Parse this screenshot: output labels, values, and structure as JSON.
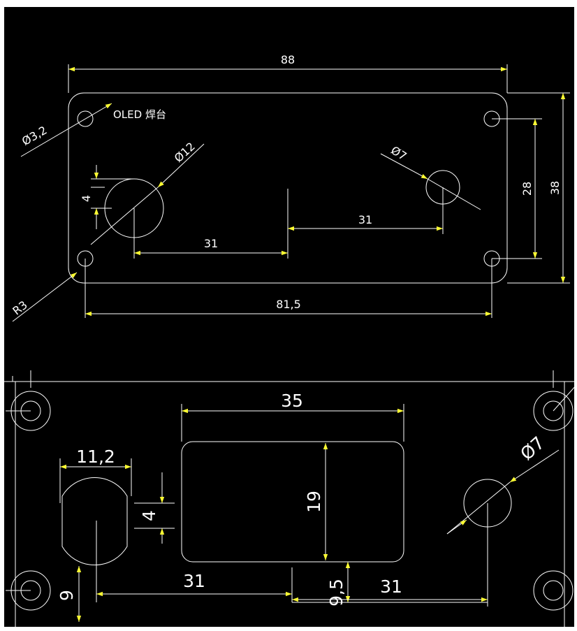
{
  "colors": {
    "background": "#000000",
    "line": "#ffffff",
    "arrow": "#ffff33"
  },
  "top_view": {
    "overall_width": "88",
    "overall_height": "38",
    "hole_spacing_vertical": "28",
    "hole_spacing_horizontal": "81,5",
    "mount_hole_diameter": "Ø3,2",
    "corner_radius": "R3",
    "oled_label": "OLED 焊台",
    "large_hole_diameter": "Ø12",
    "small_hole_diameter": "Ø7",
    "large_hole_offset": "4",
    "left_to_center": "31",
    "center_to_right": "31"
  },
  "bottom_view": {
    "window_width": "35",
    "window_height": "19",
    "left_hole_width": "11,2",
    "left_hole_offset": "4",
    "right_hole_diameter": "Ø7",
    "left_hole_height_from_bottom": "9",
    "left_to_center": "31",
    "center_to_right": "31",
    "window_bottom_offset": "9,5"
  }
}
